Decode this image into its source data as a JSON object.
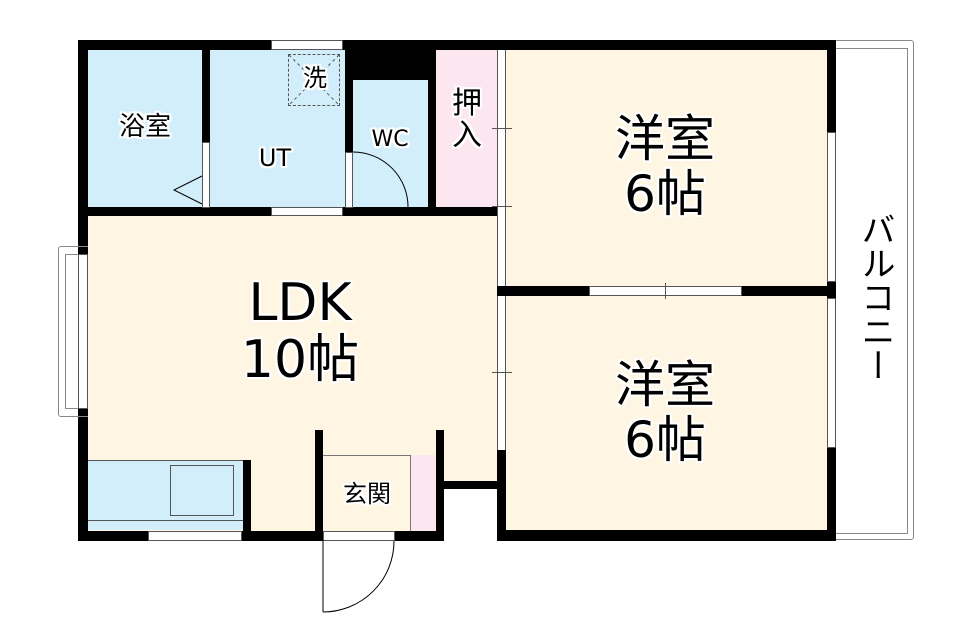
{
  "floor_plan": {
    "colors": {
      "wet_area": "#d3eefb",
      "living_area": "#fef6e2",
      "storage": "#fce6ef",
      "wall": "#000000",
      "balcony": "#ffffff"
    },
    "rooms": {
      "bath": {
        "label": "浴室"
      },
      "ut": {
        "label": "UT",
        "washer": "洗"
      },
      "wc": {
        "label": "WC"
      },
      "closet": {
        "label_line1": "押",
        "label_line2": "入"
      },
      "bedroom1": {
        "label_line1": "洋室",
        "label_line2": "6帖"
      },
      "bedroom2": {
        "label_line1": "洋室",
        "label_line2": "6帖"
      },
      "ldk": {
        "label_line1": "LDK",
        "label_line2": "10帖"
      },
      "entrance": {
        "label": "玄関"
      },
      "balcony": {
        "label": "バルコニー"
      }
    }
  }
}
